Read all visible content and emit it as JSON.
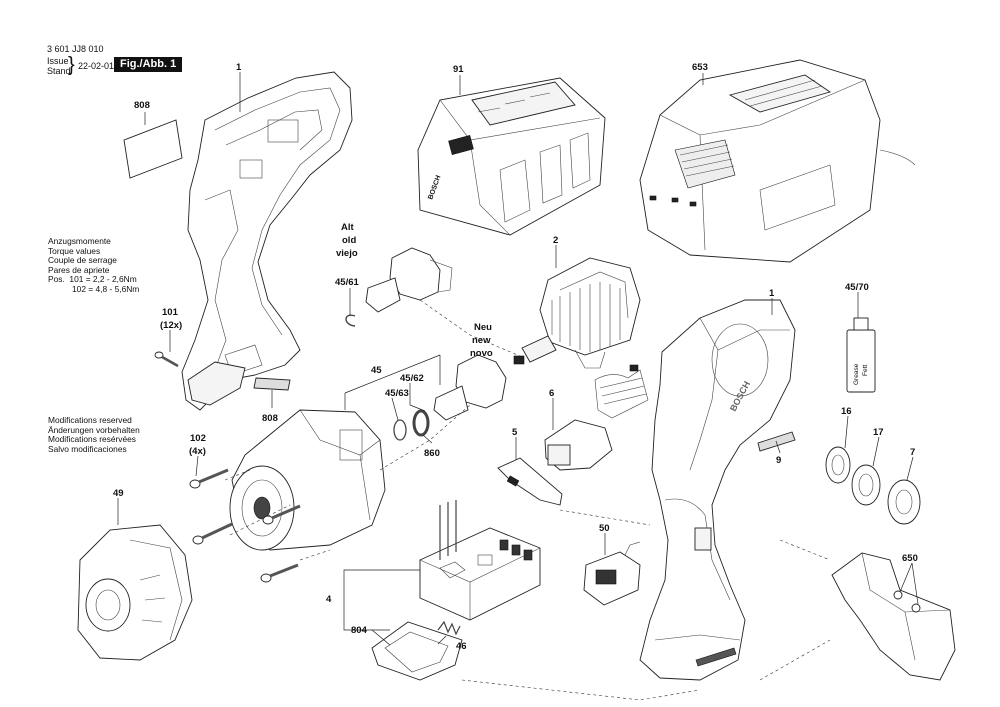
{
  "header": {
    "doc_number": "3 601 JJ8 010",
    "issue_label": "Issue",
    "stand_label": "Stand",
    "date": "22-02-01",
    "fig_label": "Fig./Abb. 1"
  },
  "torque": {
    "lines": [
      "Anzugsmomente",
      "Torque values",
      "Couple de serrage",
      "Pares de apriete"
    ],
    "pos_line_1": "Pos.  101 = 2,2 - 2,6Nm",
    "pos_line_2": "102 = 4,8 - 5,6Nm"
  },
  "modifications": [
    "Modifications reserved",
    "Änderungen vorbehalten",
    "Modifications resérvées",
    "Salvo modificaciones"
  ],
  "alt_text": [
    "Alt",
    "old",
    "viejo"
  ],
  "neu_text": [
    "Neu",
    "new",
    "novo"
  ],
  "callouts": {
    "p1_top": "1",
    "p808_top": "808",
    "p91": "91",
    "p653": "653",
    "p101": "101",
    "p101_qty": "(12x)",
    "p4561": "45/61",
    "p2": "2",
    "p1_right": "1",
    "p4570": "45/70",
    "p45": "45",
    "p4562": "45/62",
    "p4563": "45/63",
    "p808_bottom": "808",
    "p6": "6",
    "p16": "16",
    "p17": "17",
    "p7": "7",
    "p102": "102",
    "p102_qty": "(4x)",
    "p860": "860",
    "p5": "5",
    "p9": "9",
    "p49": "49",
    "p50": "50",
    "p650": "650",
    "p4": "4",
    "p804": "804",
    "p46": "46"
  },
  "part_marks": {
    "grease_text_1": "Grease",
    "grease_text_2": "Fett",
    "battery_brand": "BOSCH",
    "tool_brand": "BOSCH"
  }
}
